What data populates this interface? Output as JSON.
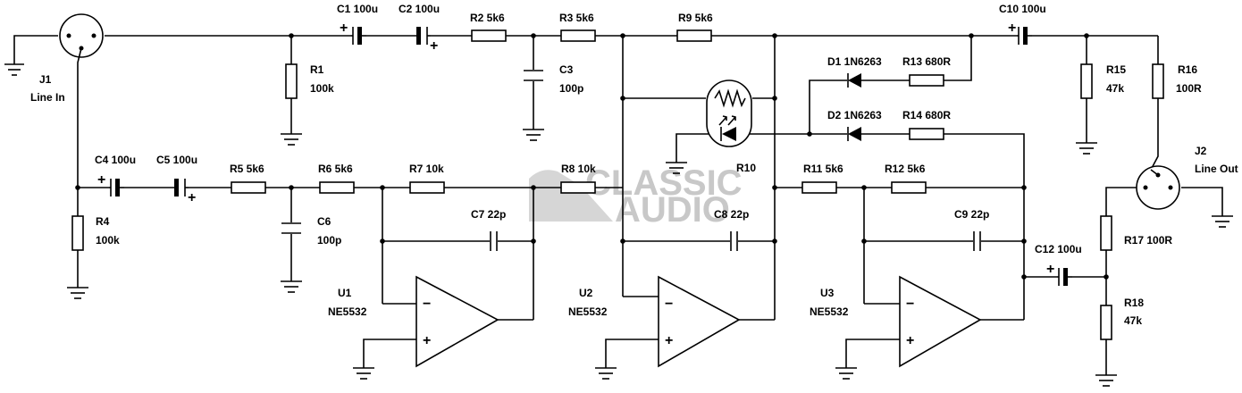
{
  "watermark": {
    "line1": "CLASSIC",
    "line2": "AUDIO"
  },
  "labels": {
    "j1": "J1",
    "j1_desc": "Line In",
    "j2": "J2",
    "j2_desc": "Line Out",
    "c1": "C1 100u",
    "c2": "C2 100u",
    "c3": "C3",
    "c3_val": "100p",
    "c4": "C4 100u",
    "c5": "C5 100u",
    "c6": "C6",
    "c6_val": "100p",
    "c7": "C7 22p",
    "c8": "C8 22p",
    "c9": "C9 22p",
    "c10": "C10  100u",
    "c12": "C12  100u",
    "r1": "R1",
    "r1_val": "100k",
    "r2": "R2  5k6",
    "r3": "R3  5k6",
    "r4": "R4",
    "r4_val": "100k",
    "r5": "R5  5k6",
    "r6": "R6  5k6",
    "r7": "R7  10k",
    "r8": "R8  10k",
    "r9": "R9  5k6",
    "r10": "R10",
    "r11": "R11  5k6",
    "r12": "R12  5k6",
    "r13": "R13  680R",
    "r14": "R14  680R",
    "r15": "R15",
    "r15_val": "47k",
    "r16": "R16",
    "r16_val": "100R",
    "r17": "R17  100R",
    "r18": "R18",
    "r18_val": "47k",
    "d1": "D1 1N6263",
    "d2": "D2 1N6263",
    "u1": "U1",
    "u1_part": "NE5532",
    "u2": "U2",
    "u2_part": "NE5532",
    "u3": "U3",
    "u3_part": "NE5532"
  },
  "symbols": {
    "plus": "+",
    "minus": "−"
  }
}
